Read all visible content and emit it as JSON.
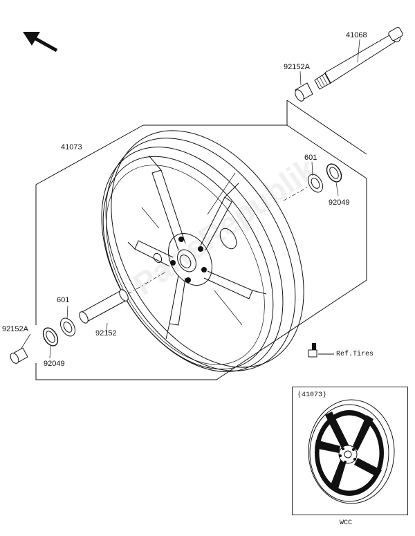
{
  "parts": {
    "axle": "41068",
    "collar_top": "92152A",
    "wheel": "41073",
    "bearing_right": "601",
    "seal_right": "92049",
    "bearing_left": "601",
    "seal_left": "92049",
    "collar_left": "92152A",
    "spacer": "92152",
    "valve_ref": "Ref.Tires"
  },
  "inset": {
    "label": "(41073)",
    "code": "WCC"
  },
  "watermark": "PartsRepublik"
}
